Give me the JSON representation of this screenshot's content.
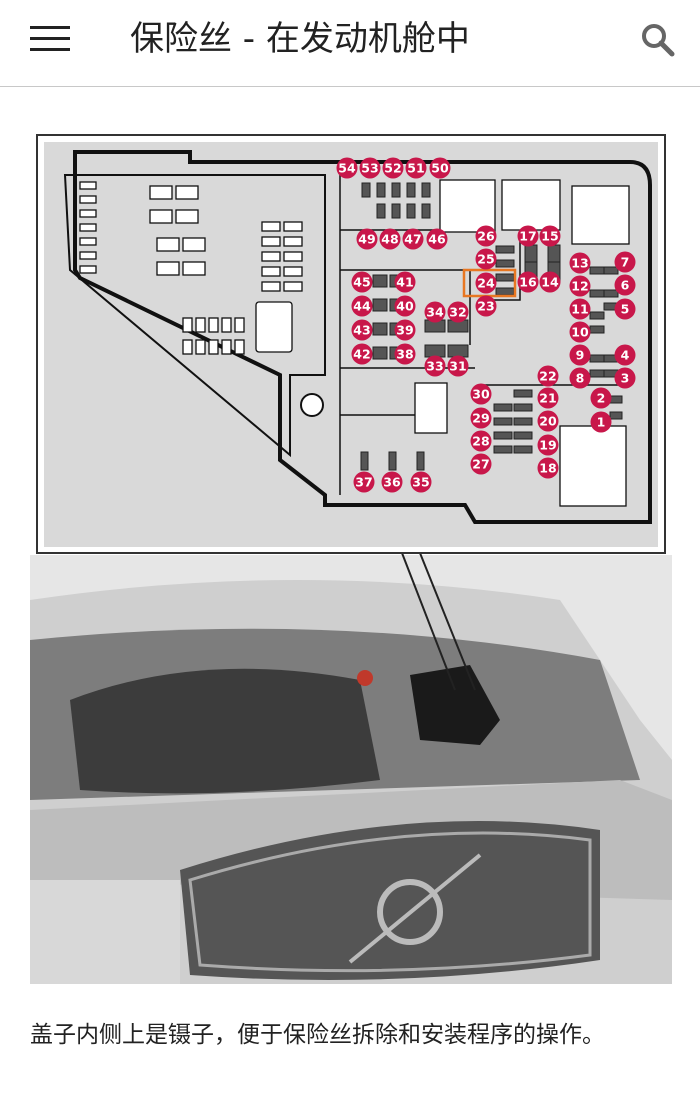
{
  "header": {
    "title": "保险丝 - 在发动机舱中",
    "menu_icon": "hamburger-menu-icon",
    "search_icon": "search-icon"
  },
  "diagram": {
    "fuse_labels": [
      "54",
      "53",
      "52",
      "51",
      "50",
      "49",
      "48",
      "47",
      "46",
      "26",
      "25",
      "24",
      "23",
      "17",
      "15",
      "16",
      "14",
      "13",
      "7",
      "12",
      "6",
      "5",
      "11",
      "10",
      "9",
      "4",
      "8",
      "3",
      "2",
      "1",
      "45",
      "41",
      "44",
      "40",
      "43",
      "39",
      "42",
      "38",
      "34",
      "32",
      "33",
      "31",
      "22",
      "21",
      "20",
      "19",
      "18",
      "30",
      "29",
      "28",
      "27",
      "37",
      "36",
      "35"
    ],
    "highlighted_fuse": "24",
    "colors": {
      "label": "#c8174a",
      "highlight": "#e87722",
      "panel": "#d9d9d9"
    }
  },
  "caption": "盖子内侧上是镊子，便于保险丝拆除和安装程序的操作。"
}
